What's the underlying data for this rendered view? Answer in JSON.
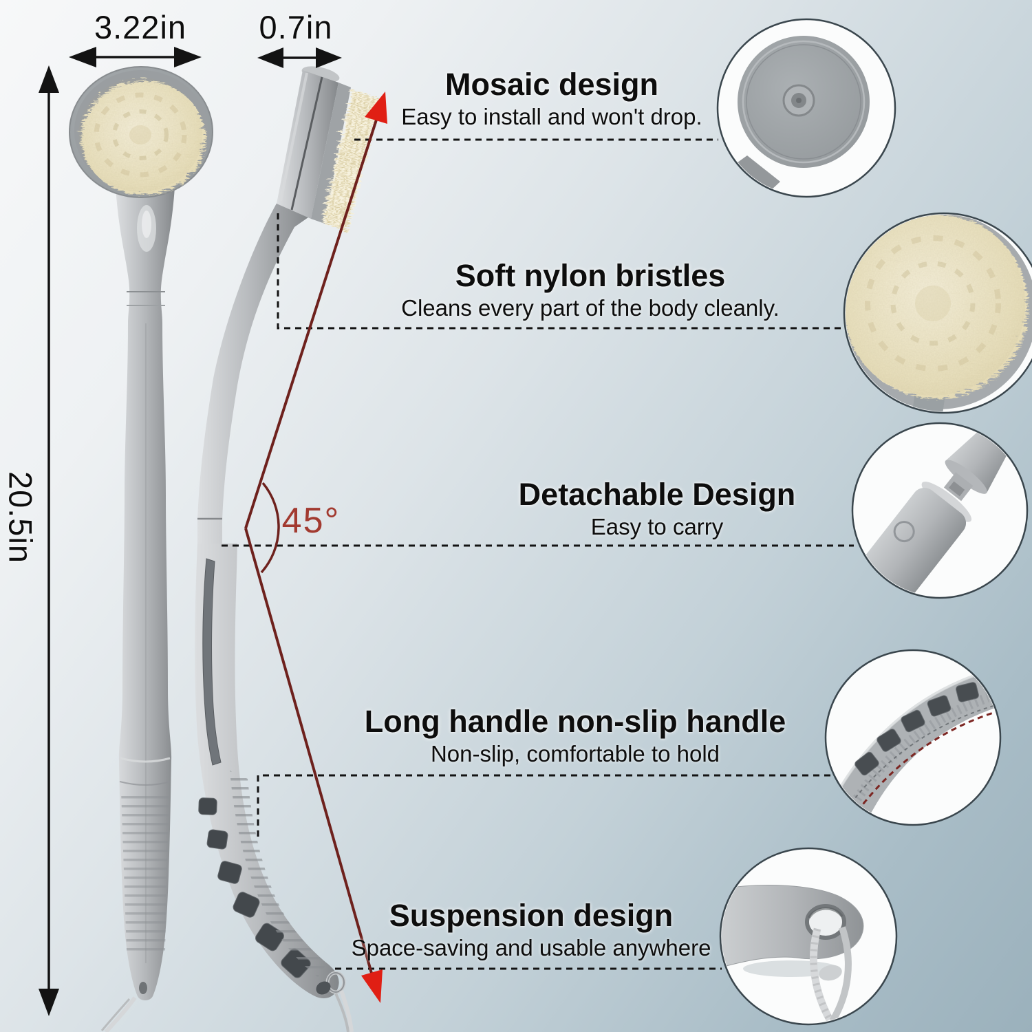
{
  "dimensions": {
    "head_width": "3.22in",
    "head_thickness": "0.7in",
    "total_length": "20.5in",
    "bend_angle": "45°"
  },
  "features": [
    {
      "title": "Mosaic design",
      "description": "Easy to install and won't drop."
    },
    {
      "title": "Soft nylon bristles",
      "description": "Cleans every part of the body cleanly."
    },
    {
      "title": "Detachable Design",
      "description": "Easy to carry"
    },
    {
      "title": "Long handle non-slip handle",
      "description": "Non-slip, comfortable to hold"
    },
    {
      "title": "Suspension design",
      "description": "Space-saving and usable anywhere"
    }
  ],
  "colors": {
    "text": "#0d0d0d",
    "dash_line": "#131313",
    "dimension_arrow": "#131313",
    "angle_line": "#6e211d",
    "angle_arrow": "#e01f14",
    "angle_text": "#a23a30",
    "plastic_gray": "#b3b7ba",
    "bristle_cream": "#ece4c6",
    "circle_outline": "#3a464d"
  }
}
